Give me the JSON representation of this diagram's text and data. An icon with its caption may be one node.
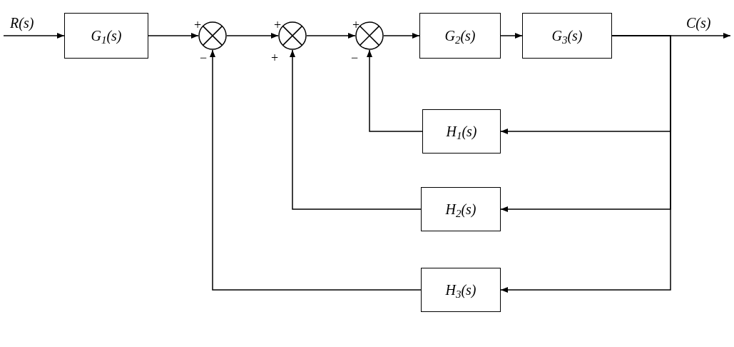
{
  "diagram": {
    "nodes": [
      {
        "text": [
          "G$_{1}$(s)"
        ]
      },
      {
        "text": [],
        "shape": "circle"
      },
      {
        "text": [],
        "shape": "circle"
      },
      {
        "text": [],
        "shape": "circle"
      },
      {
        "text": [
          "G$_{2}$(s)"
        ]
      },
      {
        "text": [
          "G$_{3}$(s)"
        ]
      },
      {
        "text": [
          "H$_{1}$(s)"
        ]
      },
      {
        "text": [
          "H$_{2}$(s)"
        ]
      },
      {
        "text": [
          "H$_{3}$(s)"
        ]
      }
    ],
    "edges": [
      {
        "from": null,
        "to": 0,
        "arrow": "to",
        "label": "R(s)"
      },
      {
        "from": 0,
        "to": 1,
        "arrow": "to"
      },
      {
        "from": 1,
        "to": 2,
        "arrow": "to"
      },
      {
        "from": 2,
        "to": 3,
        "arrow": "to"
      },
      {
        "from": 3,
        "to": 4,
        "arrow": "to"
      },
      {
        "from": 4,
        "to": 5,
        "arrow": "to"
      },
      {
        "from": 5,
        "to": null,
        "arrow": "to",
        "label": "C(s)"
      },
      {
        "from": 5,
        "to": 6,
        "arrow": "to"
      },
      {
        "from": 6,
        "to": 3,
        "arrow": "to"
      },
      {
        "from": 5,
        "to": 7,
        "arrow": "to"
      },
      {
        "from": 7,
        "to": 2,
        "arrow": "to"
      },
      {
        "from": 5,
        "to": 8,
        "arrow": "to"
      },
      {
        "from": 8,
        "to": 1,
        "arrow": "to"
      }
    ],
    "labels": [
      "+",
      "+",
      "+",
      "−",
      "+",
      "−"
    ]
  }
}
